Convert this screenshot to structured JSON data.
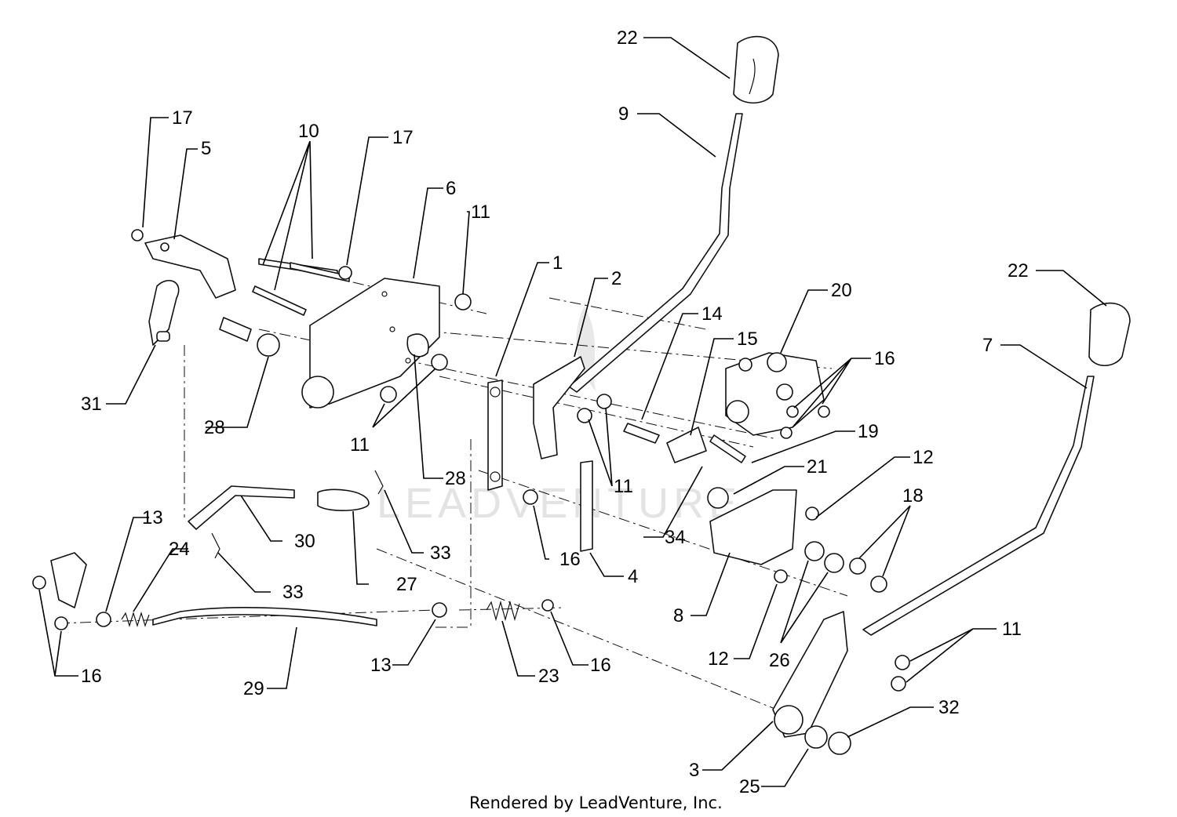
{
  "diagram": {
    "watermark": "LEADVENTURE",
    "credit": "Rendered by LeadVenture, Inc.",
    "callouts": [
      {
        "id": "c22a",
        "label": "22"
      },
      {
        "id": "c9",
        "label": "9"
      },
      {
        "id": "c17a",
        "label": "17"
      },
      {
        "id": "c5",
        "label": "5"
      },
      {
        "id": "c10",
        "label": "10"
      },
      {
        "id": "c17b",
        "label": "17"
      },
      {
        "id": "c6",
        "label": "6"
      },
      {
        "id": "c11a",
        "label": "11"
      },
      {
        "id": "c1",
        "label": "1"
      },
      {
        "id": "c2",
        "label": "2"
      },
      {
        "id": "c22b",
        "label": "22"
      },
      {
        "id": "c20",
        "label": "20"
      },
      {
        "id": "c14",
        "label": "14"
      },
      {
        "id": "c15",
        "label": "15"
      },
      {
        "id": "c16a",
        "label": "16"
      },
      {
        "id": "c7",
        "label": "7"
      },
      {
        "id": "c31",
        "label": "31"
      },
      {
        "id": "c28a",
        "label": "28"
      },
      {
        "id": "c11b",
        "label": "11"
      },
      {
        "id": "c28b",
        "label": "28"
      },
      {
        "id": "c19",
        "label": "19"
      },
      {
        "id": "c11c",
        "label": "11"
      },
      {
        "id": "c21",
        "label": "21"
      },
      {
        "id": "c12a",
        "label": "12"
      },
      {
        "id": "c18",
        "label": "18"
      },
      {
        "id": "c34",
        "label": "34"
      },
      {
        "id": "c30",
        "label": "30"
      },
      {
        "id": "c33a",
        "label": "33"
      },
      {
        "id": "c16b",
        "label": "16"
      },
      {
        "id": "c13a",
        "label": "13"
      },
      {
        "id": "c24",
        "label": "24"
      },
      {
        "id": "c27",
        "label": "27"
      },
      {
        "id": "c33b",
        "label": "33"
      },
      {
        "id": "c4",
        "label": "4"
      },
      {
        "id": "c8",
        "label": "8"
      },
      {
        "id": "c11d",
        "label": "11"
      },
      {
        "id": "c12b",
        "label": "12"
      },
      {
        "id": "c26",
        "label": "26"
      },
      {
        "id": "c16c",
        "label": "16"
      },
      {
        "id": "c29",
        "label": "29"
      },
      {
        "id": "c13b",
        "label": "13"
      },
      {
        "id": "c23",
        "label": "23"
      },
      {
        "id": "c16d",
        "label": "16"
      },
      {
        "id": "c32",
        "label": "32"
      },
      {
        "id": "c3",
        "label": "3"
      },
      {
        "id": "c25",
        "label": "25"
      }
    ]
  }
}
